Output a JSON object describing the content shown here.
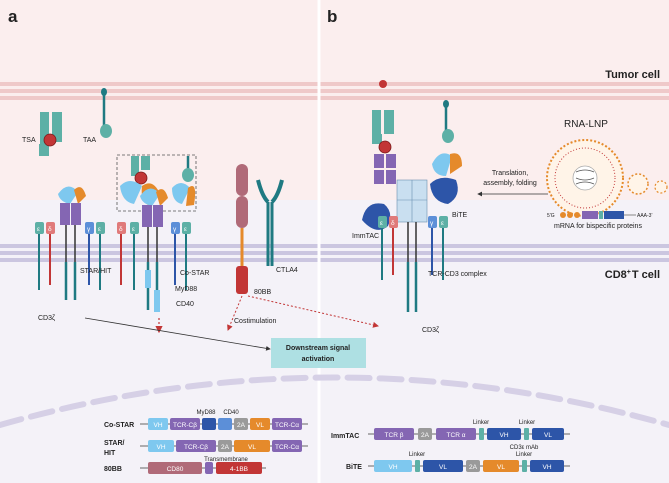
{
  "panels": {
    "a": "a",
    "b": "b"
  },
  "regions": {
    "tumor": "Tumor cell",
    "cd8_prefix": "CD8",
    "cd8_sup": "+",
    "cd8_suffix": "T cell"
  },
  "panel_a": {
    "antigens": {
      "tsa": "TSA",
      "taa": "TAA"
    },
    "cd3_subunits": {
      "epsilon": "ε",
      "delta": "δ",
      "gamma": "γ"
    },
    "receptors": {
      "star_hit": "STAR/HIT",
      "co_star": "Co-STAR",
      "myd88": "MyD88",
      "cd40": "CD40",
      "bb80": "80BB",
      "ctla4": "CTLA4",
      "cd3zeta": "CD3ζ"
    },
    "costimulation": "Costimulation",
    "downstream": {
      "line1": "Downstream signal",
      "line2": "activation"
    }
  },
  "panel_b": {
    "rna_lnp": "RNA-LNP",
    "translation": {
      "line1": "Translation,",
      "line2": "assembly, folding"
    },
    "mrna_label": "mRNA for bispecific proteins",
    "mrna_5p": "5'G",
    "mrna_3p": "AAA-3'",
    "immtac": "ImmTAC",
    "bite": "BiTE",
    "tcr_cd3": "TCR-CD3 complex",
    "cd3zeta": "CD3ζ"
  },
  "constructs_a": {
    "co_star": {
      "name": "Co-STAR",
      "segments": [
        "VH",
        "TCR-Cβ",
        "2A",
        "VL",
        "TCR-Cα"
      ],
      "above_labels": [
        "MyD88",
        "CD40"
      ]
    },
    "star_hit": {
      "name_line1": "STAR/",
      "name_line2": "HIT",
      "segments": [
        "VH",
        "TCR-Cβ",
        "2A",
        "VL",
        "TCR-Cα"
      ],
      "below_label": "Transmembrane"
    },
    "bb80": {
      "name": "80BB",
      "segments": [
        "CD80",
        "4-1BB"
      ]
    }
  },
  "constructs_b": {
    "immtac": {
      "name": "ImmTAC",
      "segments": [
        "TCR β",
        "2A",
        "TCR α",
        "VH",
        "VL"
      ],
      "above_labels": [
        "Linker",
        "Linker"
      ],
      "below_label": "CD3ε mAb"
    },
    "bite": {
      "name": "BiTE",
      "segments": [
        "VH",
        "VL",
        "2A",
        "VL",
        "VH"
      ],
      "above_labels": [
        "Linker",
        "Linker"
      ]
    }
  },
  "colors": {
    "tumor_bg": "#fbeeee",
    "tcell_bg": "#f3f1f8",
    "membrane_top": "#efc9c9",
    "membrane_bottom": "#cbc6e0",
    "teal": "#5db0a6",
    "dark_teal": "#1f7a82",
    "purple": "#8466b3",
    "blue": "#2d55a8",
    "light_blue": "#7ec8ef",
    "orange": "#e58a2b",
    "red": "#c23636",
    "mauve": "#b06a78",
    "box": "#aee0e3",
    "gray": "#9a9a9a"
  }
}
